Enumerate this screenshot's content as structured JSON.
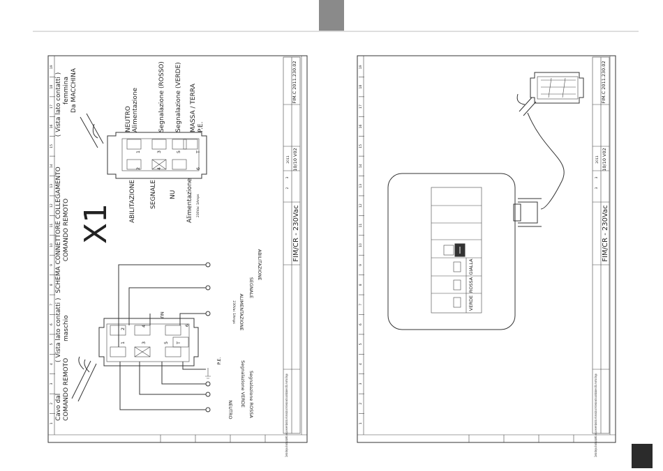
{
  "sheet_left": {
    "grid_numbers": [
      "1",
      "2",
      "3",
      "4",
      "5",
      "6",
      "7",
      "8",
      "9",
      "10",
      "11",
      "12",
      "13",
      "14",
      "15",
      "16",
      "17",
      "18",
      "19"
    ],
    "title_main": "SCHEMA  CONNETTORE  COLLEGAMENTO",
    "title_sub": "COMANDO  REMOTO",
    "connector_id": "X1",
    "cable_label_1": "Cavo  dal",
    "cable_label_2": "COMANDO  REMOTO",
    "male_view_1": "( Vista  lato  contatti )",
    "male_view_2": "maschio",
    "female_view_1": "( Vista  lato  contatti )",
    "female_view_2": "femmina",
    "female_view_3": "Da  MACCHINA",
    "male_pins": [
      "2",
      "4",
      "6",
      "1",
      "3",
      "5",
      "T"
    ],
    "female_pins": [
      "1",
      "3",
      "5",
      "T",
      "2",
      "4",
      "6"
    ],
    "wire_abilitazione": "ABILITAZIONE",
    "wire_segnale": "SEGNALE",
    "wire_nu": "NU",
    "wire_alimentazione": "ALIMENTAZIONE",
    "wire_alim_rating": "230Vac  1Amps",
    "wire_pe": "P.E.",
    "wire_verde": "Segnalazione  VERDE",
    "wire_rossa": "Segnalazione  ROSSA",
    "wire_neutro": "NEUTRO",
    "f_neutro": "NEUTRO",
    "f_neutro_2": "Alimentazione",
    "f_rosso": "Segnalazione  (ROSSO)",
    "f_verde": "Segnalazione  (VERDE)",
    "f_massa": "MASSA  /  TERRA",
    "f_pe": "P.E.",
    "f_abil": "ABILITAZIONE",
    "f_segn": "SEGNALE",
    "f_nu": "NU",
    "f_alim": "Alimentazione",
    "f_alim_rating": "230Vac  1Amps",
    "tb_code": "FIM/CR  -  230Vac",
    "tb_disegno": "FIM.C  2011.230.02",
    "tb_date": "10/10  V02",
    "tb_num": "2011",
    "tb_fg": "2",
    "tb_di": "3",
    "tb_note": "Questo disegno, di nostra proprietà, non può essere riprodotto, né comunicato a terzi senza nostra autorizzazione scritta. A norma di legge."
  },
  "sheet_right": {
    "grid_numbers": [
      "1",
      "2",
      "3",
      "4",
      "5",
      "6",
      "7",
      "8",
      "9",
      "10",
      "11",
      "12",
      "13",
      "14",
      "15",
      "16",
      "17",
      "18",
      "19"
    ],
    "lamp_verde": "VERDE",
    "lamp_rossa": "ROSSA",
    "lamp_gialla": "GIALLA",
    "tb_code": "FIM/CR  -  230Vac",
    "tb_disegno": "FIM.C  2011.230.02",
    "tb_date": "10/10  V02",
    "tb_num": "2011",
    "tb_fg": "3",
    "tb_di": "3",
    "tb_note": "Questo disegno, di nostra proprietà, non può essere riprodotto, né comunicato a terzi senza nostra autorizzazione scritta. A norma di legge."
  },
  "colors": {
    "header_tab": "#8a8a8a",
    "header_rule": "#bdbdbd",
    "page_tab": "#2b2b2b",
    "ink": "#333333"
  }
}
